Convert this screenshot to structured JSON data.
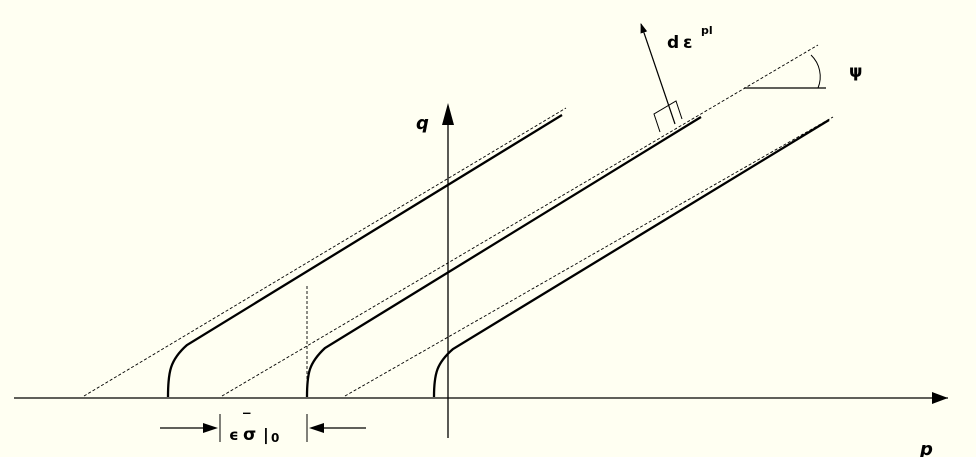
{
  "labels": {
    "q_axis": "q",
    "p_axis": "p",
    "psi": "ψ",
    "flow": {
      "d": "d",
      "epsilon": "ε",
      "superscript": "pl"
    },
    "eccentricity": {
      "epsilon": "ϵ",
      "sigma": "σ",
      "bar": "‾",
      "bar_sub": "|",
      "sub": "0"
    }
  },
  "colors": {
    "background": "#fffff2",
    "ink": "#000000"
  }
}
